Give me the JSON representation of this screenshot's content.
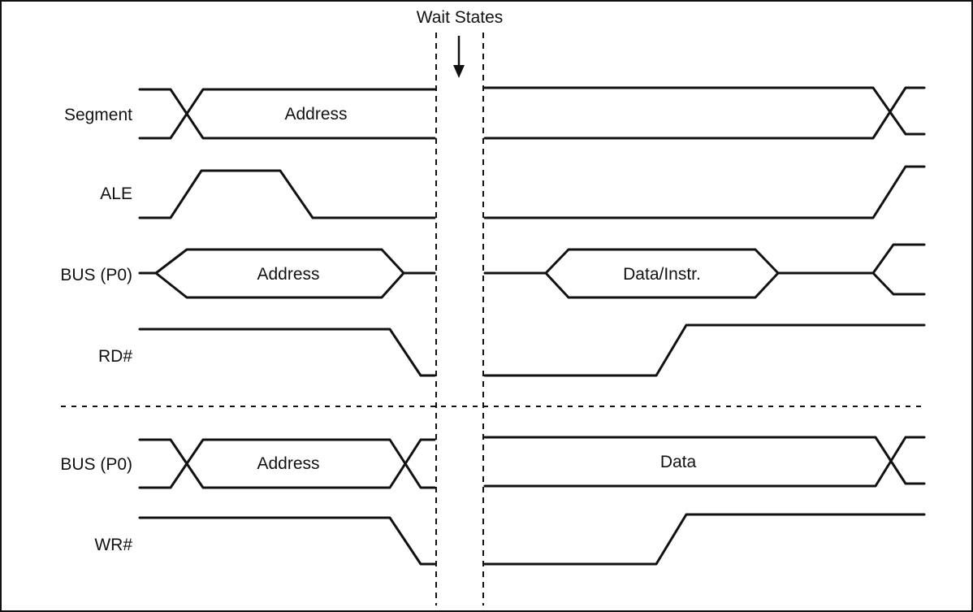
{
  "header": {
    "wait_states": "Wait States"
  },
  "signals": {
    "segment": "Segment",
    "ale": "ALE",
    "bus_read": "BUS  (P0)",
    "rd": "RD#",
    "bus_write": "BUS  (P0)",
    "wr": "WR#"
  },
  "fields": {
    "segment_address": "Address",
    "bus_read_address": "Address",
    "bus_read_data": "Data/Instr.",
    "bus_write_address": "Address",
    "bus_write_data": "Data"
  }
}
